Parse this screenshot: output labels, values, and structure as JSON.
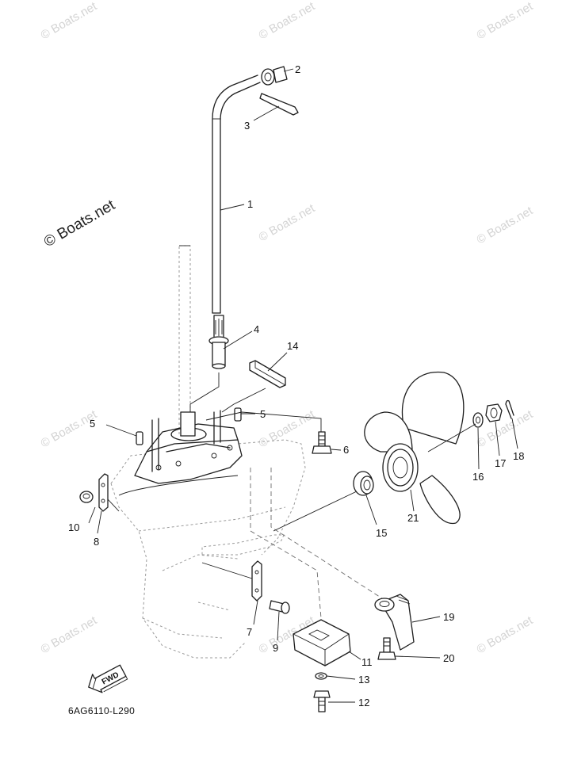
{
  "watermarks": {
    "small": "© Boats.net",
    "main": "© Boats.net"
  },
  "diagram_code": "6AG6110-L290",
  "direction_badge": "FWD",
  "callouts": {
    "c1": "1",
    "c2": "2",
    "c3": "3",
    "c4": "4",
    "c5a": "5",
    "c5b": "5",
    "c6": "6",
    "c7": "7",
    "c8": "8",
    "c9": "9",
    "c10": "10",
    "c11": "11",
    "c12": "12",
    "c13": "13",
    "c14": "14",
    "c15": "15",
    "c16": "16",
    "c17": "17",
    "c18": "18",
    "c19": "19",
    "c20": "20",
    "c21": "21"
  }
}
